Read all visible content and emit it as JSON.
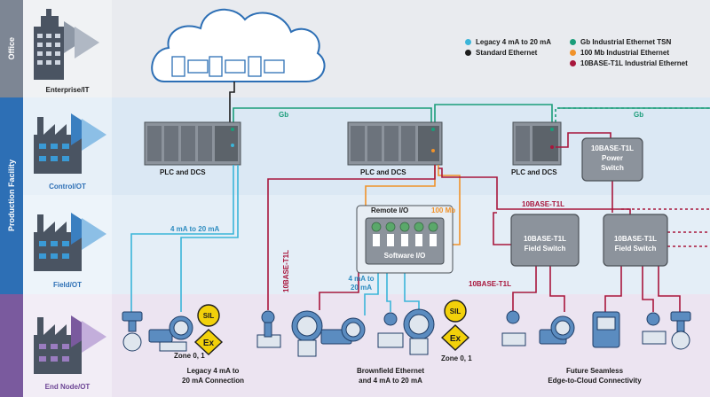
{
  "tiers": {
    "office": "Office",
    "production_facility": "Production Facility",
    "enterprise_it": "Enterprise/IT",
    "control_ot": "Control/OT",
    "field_ot": "Field/OT",
    "end_node_ot": "End Node/OT"
  },
  "legend": [
    {
      "label": "Legacy 4 mA to 20 mA",
      "color": "#3bb5d9"
    },
    {
      "label": "Standard Ethernet",
      "color": "#1e1e1e"
    },
    {
      "label": "Gb Industrial Ethernet TSN",
      "color": "#1a9d7a"
    },
    {
      "label": "100 Mb Industrial Ethernet",
      "color": "#f0922a"
    },
    {
      "label": "10BASE-T1L Industrial Ethernet",
      "color": "#a8163c"
    }
  ],
  "plc": {
    "left": "PLC and DCS",
    "middle": "PLC and DCS",
    "right": "PLC and DCS"
  },
  "power_switch": {
    "line1": "10BASE-T1L",
    "line2": "Power",
    "line3": "Switch"
  },
  "field_switch": {
    "line1": "10BASE-T1L",
    "line2": "Field Switch"
  },
  "remote_io": {
    "title": "Remote I/O",
    "software": "Software I/O"
  },
  "links": {
    "gb_middle": "Gb",
    "gb_right": "Gb",
    "mb100": "100 Mb",
    "ma_left": "4 mA to 20 mA",
    "ma_mid_1": "4 mA to",
    "ma_mid_2": "20 mA",
    "t1l_vertical": "10BASE-T1L",
    "t1l_top": "10BASE-T1L",
    "t1l_left": "10BASE-T1L"
  },
  "badges": {
    "sil": "SIL",
    "ex": "Ex"
  },
  "zones": {
    "left": "Zone 0, 1",
    "middle": "Zone 0, 1"
  },
  "captions": {
    "legacy_1": "Legacy 4 mA to",
    "legacy_2": "20 mA Connection",
    "brownfield_1": "Brownfield Ethernet",
    "brownfield_2": "and 4 mA to 20 mA",
    "future_1": "Future Seamless",
    "future_2": "Edge-to-Cloud Connectivity"
  },
  "colors": {
    "office_bar": "#7d8694",
    "production_bar": "#2d6fb5",
    "endnode_bar": "#7a5a9e",
    "office_bg": "#e9ebef",
    "control_bg": "#dbe8f4",
    "field_bg": "#e4eef7",
    "endnode_bg": "#ece4f1",
    "label_blue": "#2d6fb5",
    "label_purple": "#6d4595"
  }
}
